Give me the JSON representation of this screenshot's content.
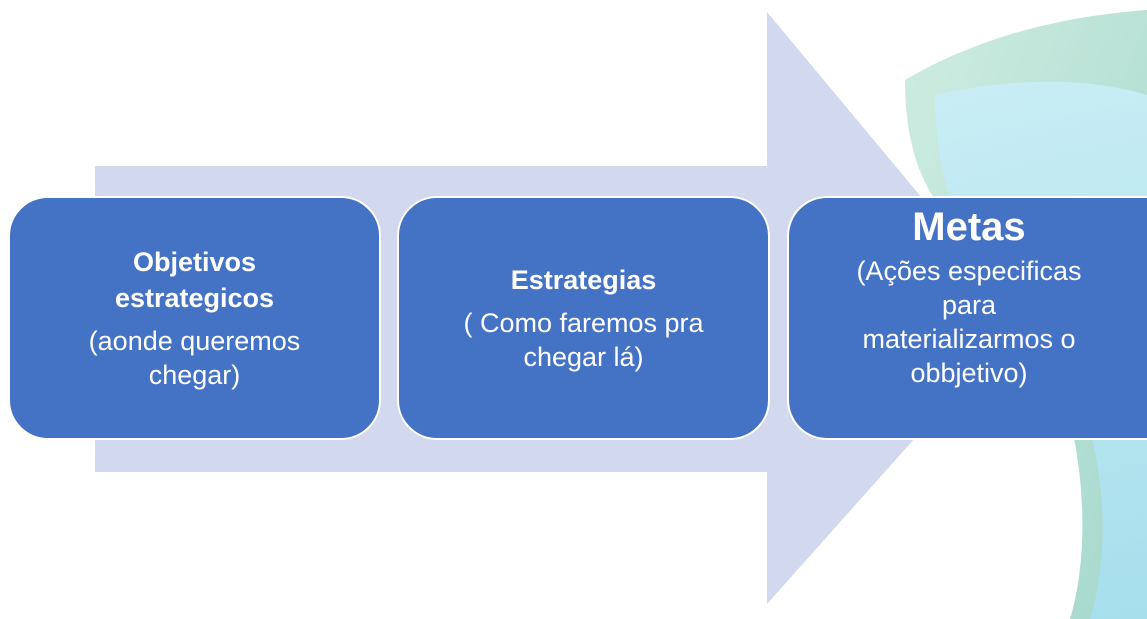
{
  "diagram": {
    "colors": {
      "card": "#4472c4",
      "arrow": "#d0d6ec",
      "decor_teal": "#9fd8c8",
      "decor_cyan": "#b7e6f5",
      "text": "#ffffff"
    },
    "cards": [
      {
        "title": "Objetivos\nestrategicos",
        "description": "(aonde queremos\nchegar)"
      },
      {
        "title": "Estrategias",
        "description": "( Como faremos pra\nchegar lá)"
      },
      {
        "title": "Metas",
        "description": "(Ações especificas\npara\nmaterializarmos o\nobbjetivo)"
      }
    ]
  }
}
